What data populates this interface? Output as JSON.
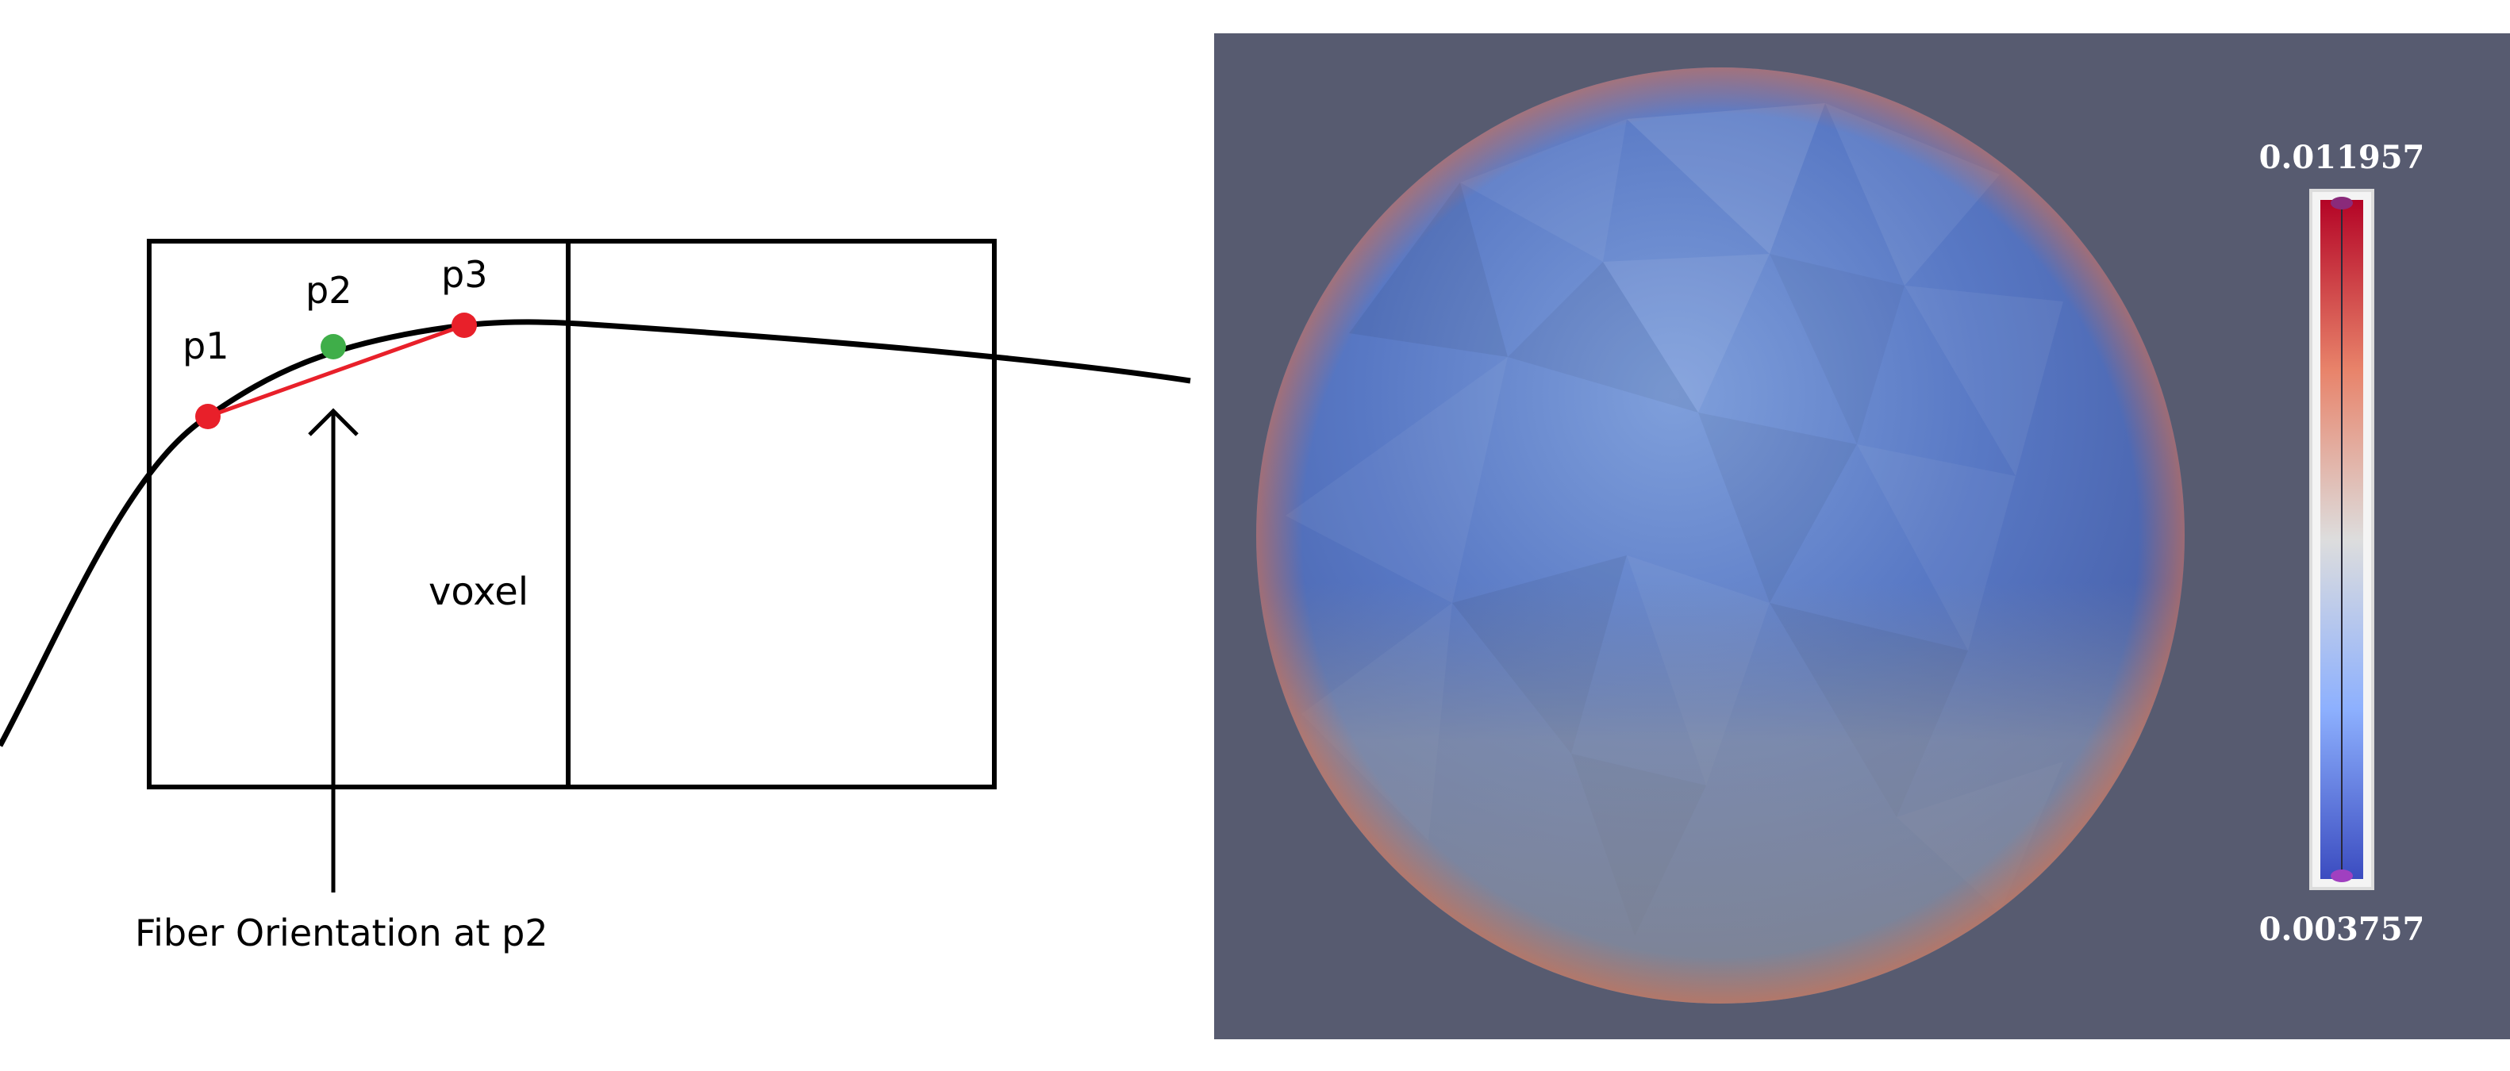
{
  "diagram": {
    "point_labels": {
      "p1": "p1",
      "p2": "p2",
      "p3": "p3"
    },
    "voxel_label": "voxel",
    "caption": "Fiber Orientation at p2",
    "colors": {
      "fiber": "#000000",
      "endpoint": "#e8202a",
      "midpoint": "#3fae49",
      "chord": "#e8202a"
    }
  },
  "render": {
    "background": "#575b70",
    "colorbar": {
      "max_label": "0.011957",
      "min_label": "0.003757",
      "max_value": 0.011957,
      "min_value": 0.003757,
      "colormap": "cool-to-warm",
      "colors": {
        "high": "#b40426",
        "mid": "#dddddd",
        "low": "#3b4cc0"
      }
    }
  }
}
